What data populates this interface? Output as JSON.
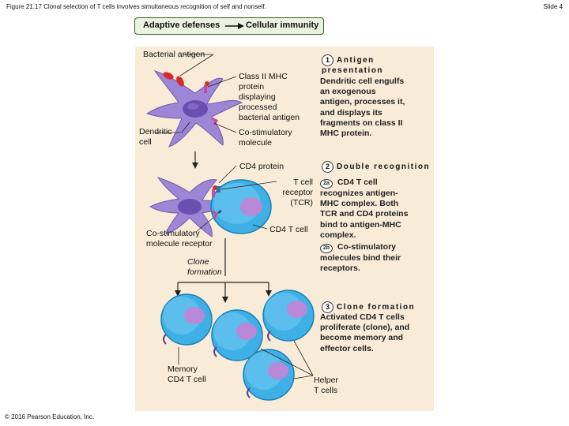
{
  "header": {
    "figure_title": "Figure 21.17 Clonal selection of T cells involves simultaneous recognition of self and nonself.",
    "slide_number": "Slide 4"
  },
  "breadcrumb": {
    "from": "Adaptive defenses",
    "to": "Cellular immunity"
  },
  "labels": {
    "bacterial_antigen": "Bacterial antigen",
    "class_ii_mhc": [
      "Class II MHC",
      "protein",
      "displaying",
      "processed",
      "bacterial antigen"
    ],
    "dendritic_cell": [
      "Dendritic",
      "cell"
    ],
    "costim_molecule": [
      "Co-stimulatory",
      "molecule"
    ],
    "cd4_protein": "CD4 protein",
    "tcr": [
      "T cell",
      "receptor",
      "(TCR)"
    ],
    "cd4_t_cell": "CD4 T cell",
    "costim_receptor": [
      "Co-stimulatory",
      "molecule receptor"
    ],
    "clone_formation": [
      "Clone",
      "formation"
    ],
    "memory_cell": [
      "Memory",
      "CD4 T cell"
    ],
    "helper_cells": [
      "Helper",
      "T cells"
    ]
  },
  "steps": {
    "s1": {
      "number": "1",
      "title": "Antigen presentation",
      "text": [
        "Dendritic cell engulfs",
        "an exogenous",
        "antigen, processes it,",
        "and displays its",
        "fragments on class II",
        "MHC protein."
      ]
    },
    "s2": {
      "number": "2",
      "title": "Double recognition",
      "a_num": "2a",
      "a_text": [
        "CD4 T cell",
        "recognizes antigen-",
        "MHC complex. Both",
        "TCR and CD4 proteins",
        "bind to antigen-MHC",
        "complex."
      ],
      "b_num": "2b",
      "b_text": [
        "Co-stimulatory",
        "molecules bind their",
        "receptors."
      ]
    },
    "s3": {
      "number": "3",
      "title": "Clone formation",
      "text": [
        "Activated CD4 T cells",
        "proliferate (clone), and",
        "become memory and",
        "effector cells."
      ]
    }
  },
  "footer": {
    "copyright": "© 2016 Pearson Education, Inc."
  },
  "colors": {
    "panel_bg": "#f8ecd8",
    "dendritic_body": "#9d86d6",
    "nucleus": "#6a4fb0",
    "antigen_red": "#d82a2a",
    "tcell_cyan": "#3fb0e6",
    "tcell_nucleus": "#b988d8",
    "breadcrumb_bg": "#eaf3df"
  }
}
